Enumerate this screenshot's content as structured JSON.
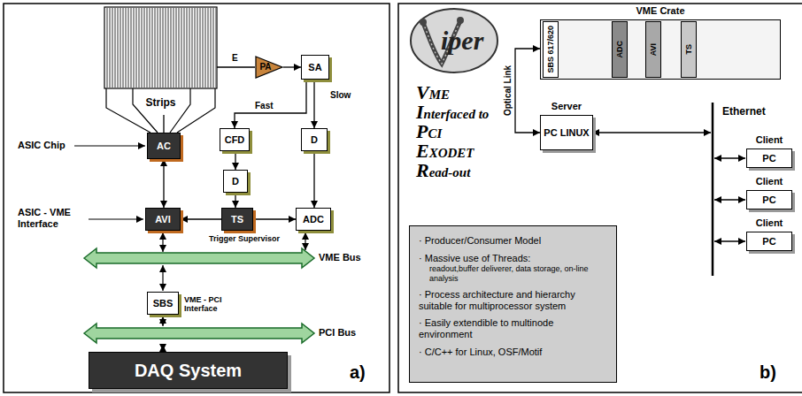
{
  "diagram": {
    "nodes": [
      {
        "text": [
          "Strips"
        ]
      },
      {
        "text": [
          "PA"
        ]
      },
      {
        "text": [
          "SA"
        ]
      },
      {
        "text": [
          "CFD"
        ]
      },
      {
        "text": [
          "D"
        ]
      },
      {
        "text": [
          "D"
        ]
      },
      {
        "text": [
          "AC"
        ]
      },
      {
        "text": [
          "AVI"
        ]
      },
      {
        "text": [
          "TS"
        ]
      },
      {
        "text": [
          "ADC"
        ]
      },
      {
        "text": [
          "SBS"
        ]
      },
      {
        "text": [
          "DAQ System"
        ]
      },
      {
        "text": [
          "iper"
        ]
      },
      {
        "text": [
          "VME Crate"
        ]
      },
      {
        "text": [
          "SBS 617/620"
        ],
        "in": 13
      },
      {
        "text": [
          "ADC"
        ],
        "in": 13
      },
      {
        "text": [
          "AVI"
        ],
        "in": 13
      },
      {
        "text": [
          "TS"
        ],
        "in": 13
      },
      {
        "text": [
          "Server",
          "PC LINUX"
        ]
      },
      {
        "text": [
          "Client",
          "PC"
        ]
      },
      {
        "text": [
          "Client",
          "PC"
        ]
      },
      {
        "text": [
          "Client",
          "PC"
        ]
      },
      {
        "text": [
          "· Producer/Consumer Model",
          "· Massive use of Threads:",
          "readout,buffer deliverer, data storage, on-line analysis",
          "· Process architecture and hierarchy suitable for multiprocessor system",
          "· Easily extendible to multinode environment",
          "· C/C++ for Linux, OSF/Motif"
        ]
      }
    ],
    "edges": [
      {
        "from": 0,
        "to": 6,
        "arrow": "none"
      },
      {
        "from": 0,
        "to": 1,
        "arrow": "none",
        "label": "E"
      },
      {
        "from": 1,
        "to": 2,
        "arrow": "to"
      },
      {
        "from": 2,
        "to": 3,
        "arrow": "to",
        "label": "Fast"
      },
      {
        "from": 2,
        "to": 5,
        "arrow": "to",
        "label": "Slow"
      },
      {
        "from": 3,
        "to": 4,
        "arrow": "to"
      },
      {
        "from": 4,
        "to": 8,
        "arrow": "to"
      },
      {
        "from": 5,
        "to": 9,
        "arrow": "to"
      },
      {
        "from": 8,
        "to": 7,
        "arrow": "to"
      },
      {
        "from": 8,
        "to": 9,
        "arrow": "to"
      },
      {
        "from": 6,
        "to": 7,
        "arrow": "both"
      },
      {
        "from": 18,
        "to": 13,
        "arrow": "both",
        "label": "Optical Link"
      }
    ],
    "labels": [
      "ASIC Chip",
      "ASIC - VME Interface",
      "Trigger Supervisor",
      "VME Bus",
      "VME - PCI Interface",
      "PCI Bus",
      "a)",
      "VME",
      "Interfaced to",
      "PCI",
      "EXODET",
      "Read-out",
      "Ethernet",
      "b)"
    ]
  }
}
